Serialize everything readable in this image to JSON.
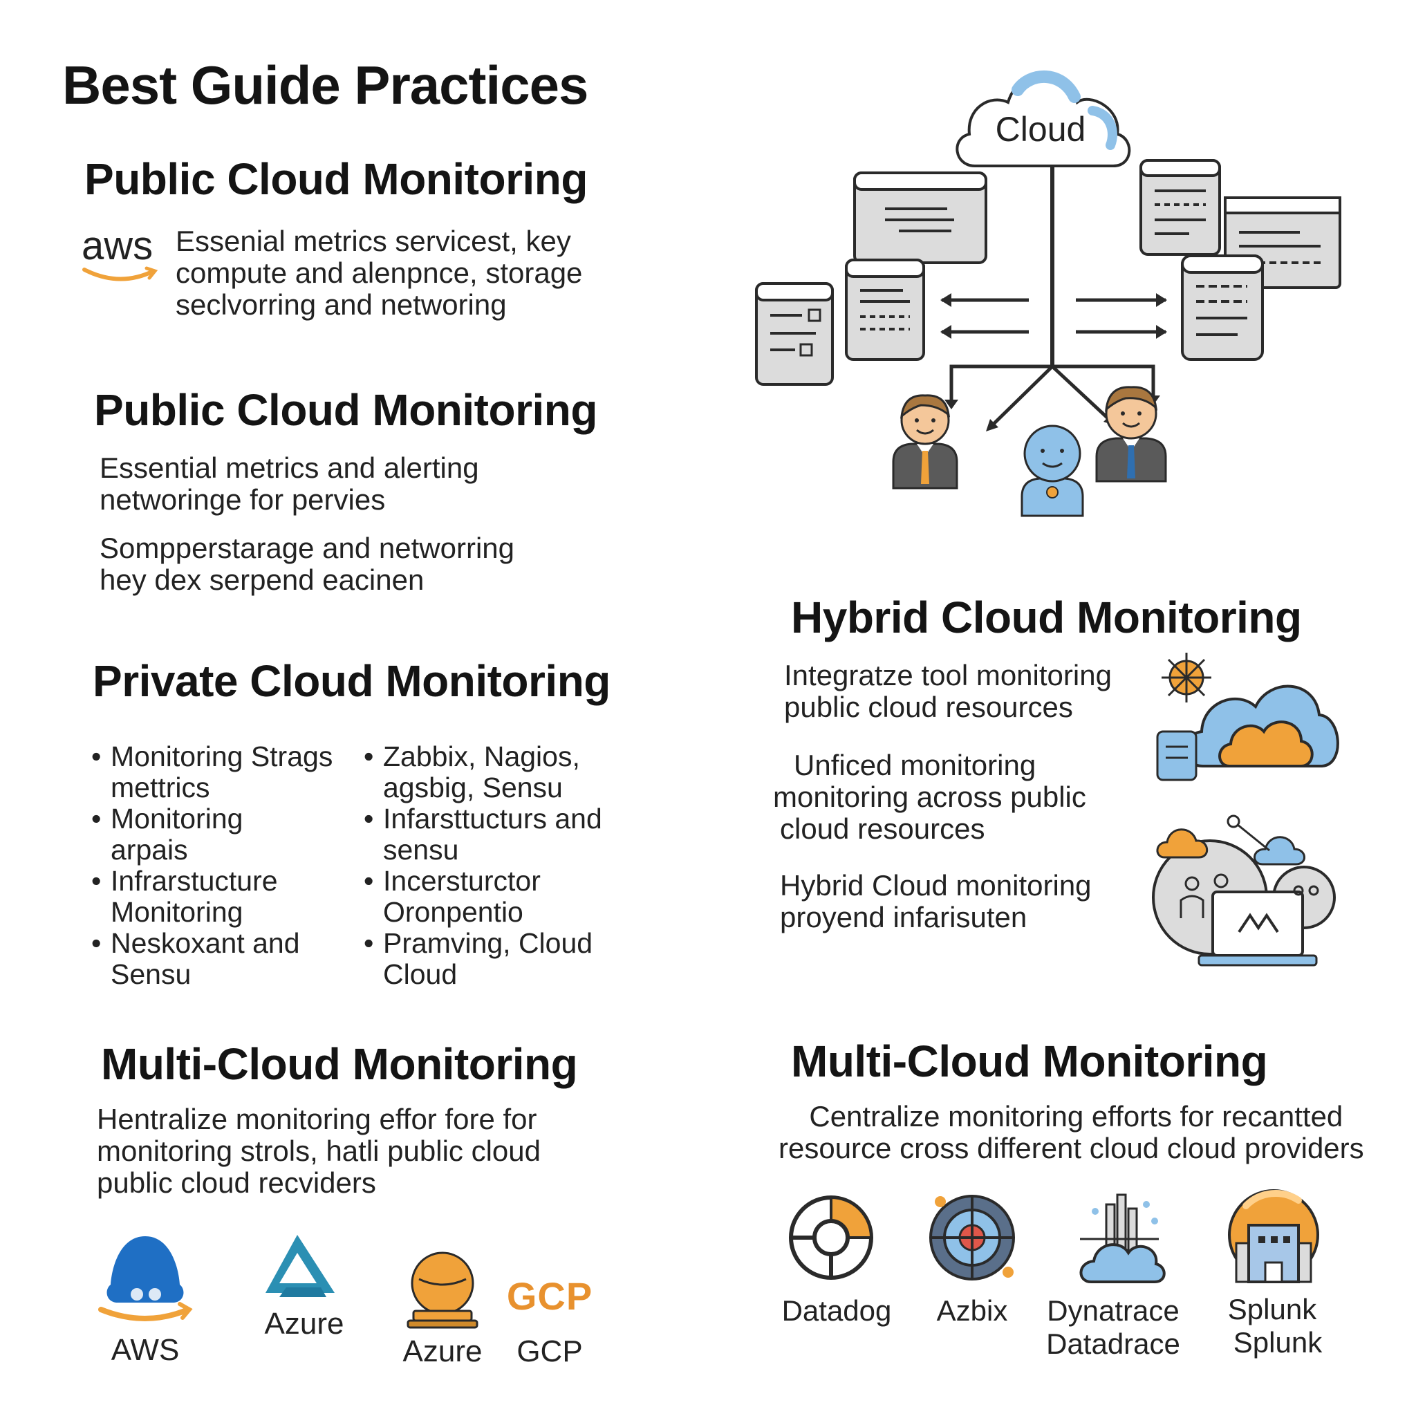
{
  "page": {
    "title": "Best Guide Practices"
  },
  "sections": {
    "public1": {
      "heading": "Public Cloud Monitoring",
      "logo_text": "aws",
      "lines": [
        "Essenial metrics servicest, key",
        "compute and alenpnce, storage",
        "seclvorring and networing"
      ]
    },
    "public2": {
      "heading": "Public Cloud Monitoring",
      "para1": [
        "Essential metrics and alerting",
        "networinge for pervies"
      ],
      "para2": [
        "Sompperstarage and networring",
        "hey dex serpend eacinen"
      ]
    },
    "private": {
      "heading": "Private Cloud Monitoring",
      "left_bullets": [
        [
          "Monitoring Strags",
          "mettrics"
        ],
        [
          "Monitoring",
          "arpais"
        ],
        [
          "Infrarstucture",
          "Monitoring"
        ],
        [
          "Neskoxant and",
          "Sensu"
        ]
      ],
      "right_bullets": [
        [
          "Zabbix, Nagios,",
          "agsbig, Sensu"
        ],
        [
          "Infarsttucturs and",
          "sensu"
        ],
        [
          "Incersturctor",
          "Oronpentio"
        ],
        [
          "Pramving, Cloud",
          "Cloud"
        ]
      ]
    },
    "multi_left": {
      "heading": "Multi-Cloud Monitoring",
      "lines": [
        "Hentralize monitoring effor fore for",
        "monitoring strols, hatli public cloud",
        "public cloud recviders"
      ],
      "providers": [
        {
          "label": "AWS",
          "icon": "aws-icon"
        },
        {
          "label": "Azure",
          "icon": "azure-icon"
        },
        {
          "label": "Azure",
          "icon": "azure-orb-icon"
        },
        {
          "label": "GCP",
          "icon": "gcp-icon",
          "mark": "GCP"
        }
      ]
    },
    "diagram": {
      "cloud_label": "Cloud"
    },
    "hybrid": {
      "heading": "Hybrid Cloud Monitoring",
      "para1": [
        "Integratze tool monitoring",
        "public cloud resources"
      ],
      "para2": [
        "Unficed monitoring",
        "monitoring across public",
        "cloud resources"
      ],
      "para3": [
        "Hybrid Cloud monitoring",
        "proyend infarisuten"
      ]
    },
    "multi_right": {
      "heading": "Multi-Cloud Monitoring",
      "lines": [
        "Centralize monitoring efforts for recantted",
        "resource cross different cloud cloud providers"
      ],
      "tools": [
        {
          "label1": "Datadog",
          "label2": "",
          "icon": "datadog-icon"
        },
        {
          "label1": "Azbix",
          "label2": "",
          "icon": "azbix-icon"
        },
        {
          "label1": "Dynatrace",
          "label2": "Datadrace",
          "icon": "dynatrace-icon"
        },
        {
          "label1": "Splunk",
          "label2": "Splunk",
          "icon": "splunk-icon"
        }
      ]
    }
  },
  "colors": {
    "accent_orange": "#f0a23a",
    "cloud_blue": "#8fc1e8",
    "line_gray": "#3a3a3a",
    "card_gray": "#dcdcdc",
    "aws_blue": "#1f6fc4",
    "azure_teal": "#2b8fb3"
  }
}
